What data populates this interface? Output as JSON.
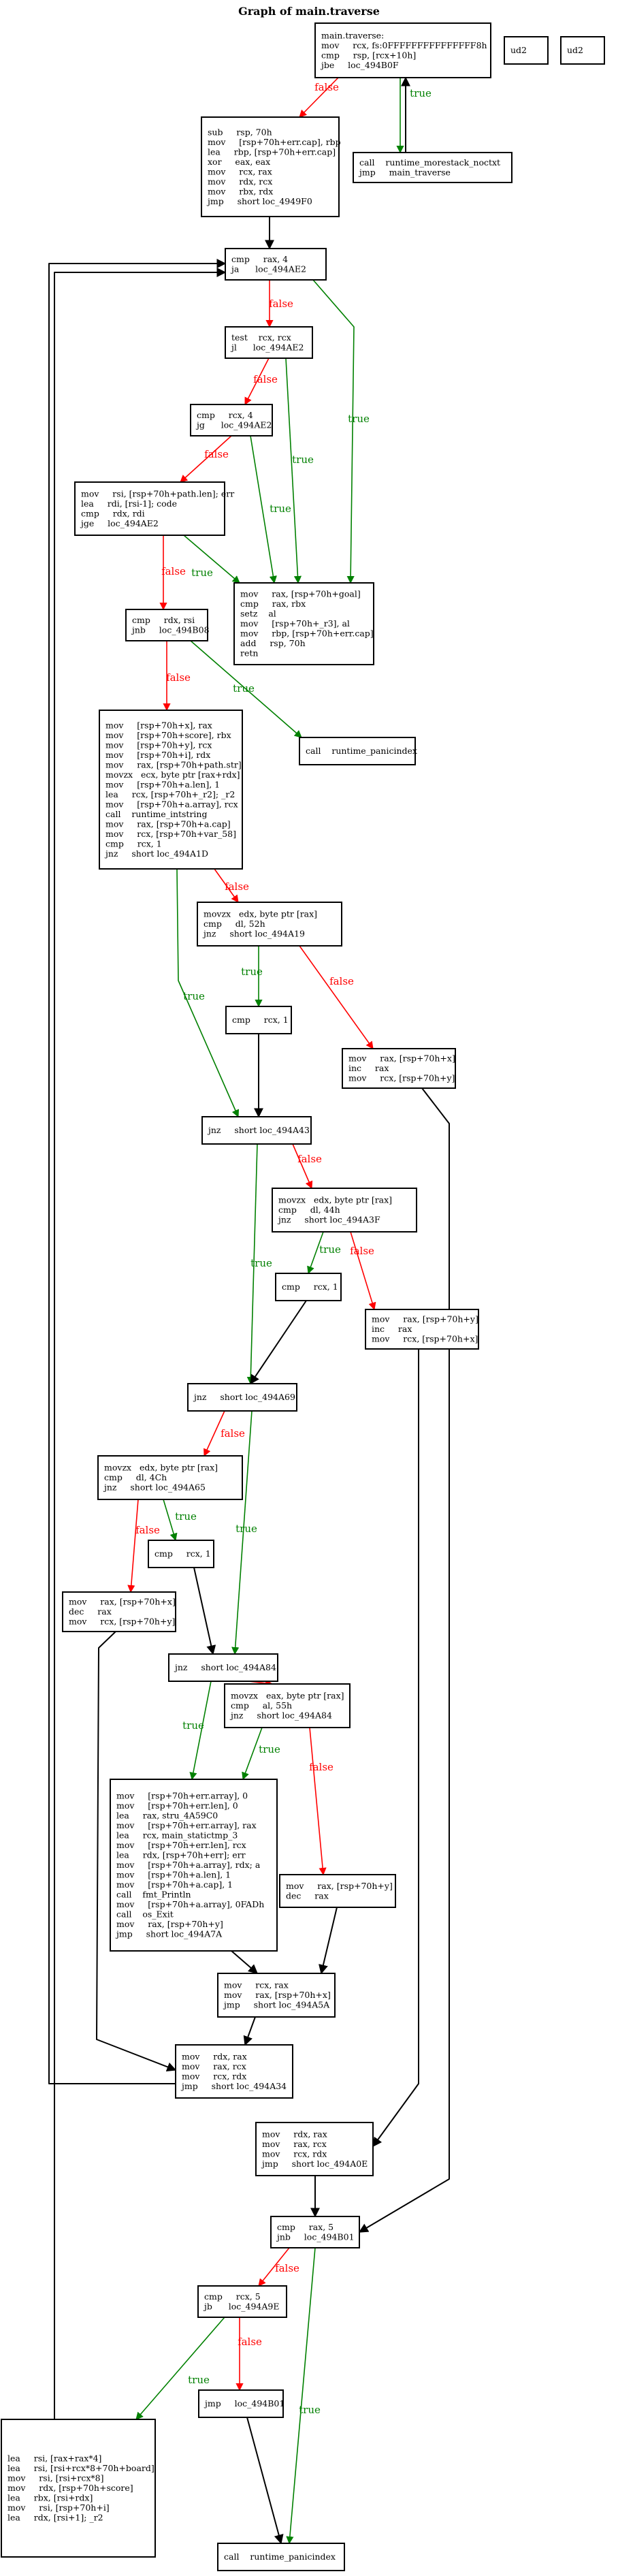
{
  "title": "Graph of main.traverse",
  "colors": {
    "true": "#008000",
    "false": "#ff0000",
    "uncond": "#000000"
  },
  "labels": {
    "true": "true",
    "false": "false"
  },
  "nodes": [
    {
      "id": "entry",
      "lines": [
        "main.traverse:",
        "mov     rcx, fs:0FFFFFFFFFFFFFFF8h",
        "cmp     rsp, [rcx+10h]",
        "jbe     loc_494B0F"
      ]
    },
    {
      "id": "ud2a",
      "lines": [
        "ud2"
      ]
    },
    {
      "id": "ud2b",
      "lines": [
        "ud2"
      ]
    },
    {
      "id": "prologue",
      "lines": [
        "sub     rsp, 70h",
        "mov     [rsp+70h+err.cap], rbp",
        "lea     rbp, [rsp+70h+err.cap]",
        "xor     eax, eax",
        "mov     rcx, rax",
        "mov     rdx, rcx",
        "mov     rbx, rdx",
        "jmp     short loc_4949F0"
      ]
    },
    {
      "id": "morestack",
      "lines": [
        "call    runtime_morestack_noctxt",
        "jmp     main_traverse"
      ]
    },
    {
      "id": "cmp_rax4",
      "lines": [
        "cmp     rax, 4",
        "ja      loc_494AE2"
      ]
    },
    {
      "id": "test_rcx",
      "lines": [
        "test    rcx, rcx",
        "jl      loc_494AE2"
      ]
    },
    {
      "id": "cmp_rcx4",
      "lines": [
        "cmp     rcx, 4",
        "jg      loc_494AE2"
      ]
    },
    {
      "id": "lookup",
      "lines": [
        "mov     rsi, [rsp+70h+path.len]; err",
        "lea     rdi, [rsi-1]; code",
        "cmp     rdx, rdi",
        "jge     loc_494AE2"
      ]
    },
    {
      "id": "ret",
      "lines": [
        "mov     rax, [rsp+70h+goal]",
        "cmp     rax, rbx",
        "setz    al",
        "mov     [rsp+70h+_r3], al",
        "mov     rbp, [rsp+70h+err.cap]",
        "add     rsp, 70h",
        "retn"
      ]
    },
    {
      "id": "cmp_rdx_rsi",
      "lines": [
        "cmp     rdx, rsi",
        "jnb     loc_494B08"
      ]
    },
    {
      "id": "panic1",
      "lines": [
        "call    runtime_panicindex"
      ]
    },
    {
      "id": "big",
      "lines": [
        "mov     [rsp+70h+x], rax",
        "mov     [rsp+70h+score], rbx",
        "mov     [rsp+70h+y], rcx",
        "mov     [rsp+70h+i], rdx",
        "mov     rax, [rsp+70h+path.str]",
        "movzx   ecx, byte ptr [rax+rdx]",
        "mov     [rsp+70h+a.len], 1",
        "lea     rcx, [rsp+70h+_r2]; _r2",
        "mov     [rsp+70h+a.array], rcx",
        "call    runtime_intstring",
        "mov     rax, [rsp+70h+a.cap]",
        "mov     rcx, [rsp+70h+var_58]",
        "cmp     rcx, 1",
        "jnz     short loc_494A1D"
      ]
    },
    {
      "id": "movzx52",
      "lines": [
        "movzx   edx, byte ptr [rax]",
        "cmp     dl, 52h",
        "jnz     short loc_494A19"
      ]
    },
    {
      "id": "cmp_rcx1_a",
      "lines": [
        "cmp     rcx, 1"
      ]
    },
    {
      "id": "inc_x",
      "lines": [
        "mov     rax, [rsp+70h+x]",
        "inc     rax",
        "mov     rcx, [rsp+70h+y]"
      ]
    },
    {
      "id": "jnz43",
      "lines": [
        "jnz     short loc_494A43"
      ]
    },
    {
      "id": "movzx44",
      "lines": [
        "movzx   edx, byte ptr [rax]",
        "cmp     dl, 44h",
        "jnz     short loc_494A3F"
      ]
    },
    {
      "id": "cmp_rcx1_b",
      "lines": [
        "cmp     rcx, 1"
      ]
    },
    {
      "id": "inc_y",
      "lines": [
        "mov     rax, [rsp+70h+y]",
        "inc     rax",
        "mov     rcx, [rsp+70h+x]"
      ]
    },
    {
      "id": "jnz69",
      "lines": [
        "jnz     short loc_494A69"
      ]
    },
    {
      "id": "movzx4c",
      "lines": [
        "movzx   edx, byte ptr [rax]",
        "cmp     dl, 4Ch",
        "jnz     short loc_494A65"
      ]
    },
    {
      "id": "cmp_rcx1_c",
      "lines": [
        "cmp     rcx, 1"
      ]
    },
    {
      "id": "dec_x",
      "lines": [
        "mov     rax, [rsp+70h+x]",
        "dec     rax",
        "mov     rcx, [rsp+70h+y]"
      ]
    },
    {
      "id": "jnz84",
      "lines": [
        "jnz     short loc_494A84"
      ]
    },
    {
      "id": "movzx55",
      "lines": [
        "movzx   eax, byte ptr [rax]",
        "cmp     al, 55h",
        "jnz     short loc_494A84"
      ]
    },
    {
      "id": "println",
      "lines": [
        "mov     [rsp+70h+err.array], 0",
        "mov     [rsp+70h+err.len], 0",
        "lea     rax, stru_4A59C0",
        "mov     [rsp+70h+err.array], rax",
        "lea     rcx, main_statictmp_3",
        "mov     [rsp+70h+err.len], rcx",
        "lea     rdx, [rsp+70h+err]; err",
        "mov     [rsp+70h+a.array], rdx; a",
        "mov     [rsp+70h+a.len], 1",
        "mov     [rsp+70h+a.cap], 1",
        "call    fmt_Println",
        "mov     [rsp+70h+a.array], 0FADh",
        "call    os_Exit",
        "mov     rax, [rsp+70h+y]",
        "jmp     short loc_494A7A"
      ]
    },
    {
      "id": "dec_y",
      "lines": [
        "mov     rax, [rsp+70h+y]",
        "dec     rax"
      ]
    },
    {
      "id": "mov5a",
      "lines": [
        "mov     rcx, rax",
        "mov     rax, [rsp+70h+x]",
        "jmp     short loc_494A5A"
      ]
    },
    {
      "id": "mov34",
      "lines": [
        "mov     rdx, rax",
        "mov     rax, rcx",
        "mov     rcx, rdx",
        "jmp     short loc_494A34"
      ]
    },
    {
      "id": "mov0e",
      "lines": [
        "mov     rdx, rax",
        "mov     rax, rcx",
        "mov     rcx, rdx",
        "jmp     short loc_494A0E"
      ]
    },
    {
      "id": "cmp_rax5",
      "lines": [
        "cmp     rax, 5",
        "jnb     loc_494B01"
      ]
    },
    {
      "id": "cmp_rcx5",
      "lines": [
        "cmp     rcx, 5",
        "jb      loc_494A9E"
      ]
    },
    {
      "id": "jmp_b01",
      "lines": [
        "jmp     loc_494B01"
      ]
    },
    {
      "id": "board",
      "lines": [
        "lea     rsi, [rax+rax*4]",
        "lea     rsi, [rsi+rcx*8+70h+board]",
        "mov     rsi, [rsi+rcx*8]",
        "mov     rdx, [rsp+70h+score]",
        "lea     rbx, [rsi+rdx]",
        "mov     rsi, [rsp+70h+i]",
        "lea     rdx, [rsi+1]; _r2"
      ]
    },
    {
      "id": "panic2",
      "lines": [
        "call    runtime_panicindex"
      ]
    }
  ]
}
